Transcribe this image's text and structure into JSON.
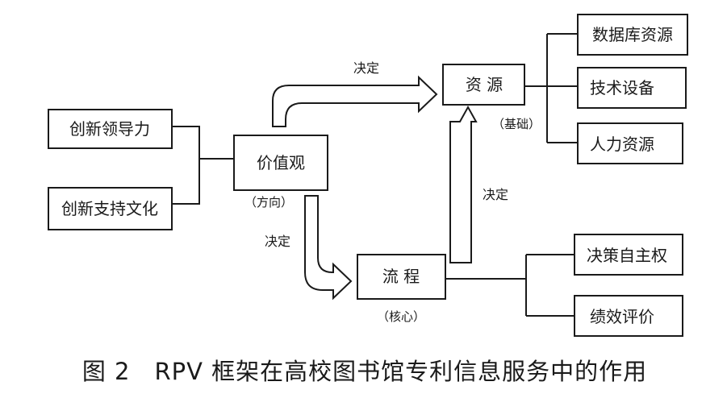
{
  "nodes": {
    "innovation_leadership": "创新领导力",
    "innovation_culture": "创新支持文化",
    "values": "价值观",
    "values_note": "（方向）",
    "resources": "资 源",
    "resources_note": "（基础）",
    "process": "流 程",
    "process_note": "（核心）",
    "database": "数据库资源",
    "tech_equipment": "技术设备",
    "human_resources": "人力资源",
    "decision_autonomy": "决策自主权",
    "performance_eval": "绩效评价"
  },
  "edges": {
    "values_to_resources": "决定",
    "values_to_process": "决定",
    "process_to_resources": "决定"
  },
  "caption": "图 2　RPV 框架在高校图书馆专利信息服务中的作用"
}
